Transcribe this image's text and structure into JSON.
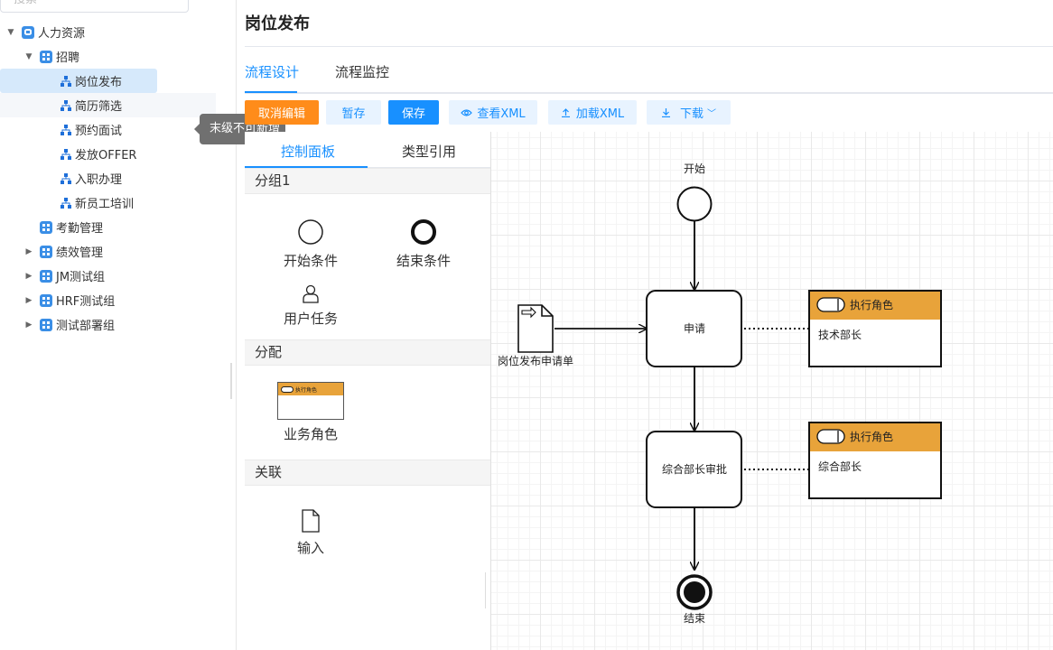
{
  "search": {
    "placeholder": "搜索"
  },
  "tree": {
    "root": "人力资源",
    "recruit": "招聘",
    "recruit_children": [
      "岗位发布",
      "简历筛选",
      "预约面试",
      "发放OFFER",
      "入职办理",
      "新员工培训"
    ],
    "groups": [
      "考勤管理",
      "绩效管理",
      "JM测试组",
      "HRF测试组",
      "测试部署组"
    ]
  },
  "tooltip": "末级不可新增",
  "page": {
    "title": "岗位发布"
  },
  "tabs": [
    "流程设计",
    "流程监控"
  ],
  "toolbar": {
    "cancel_edit": "取消编辑",
    "draft": "暂存",
    "save": "保存",
    "view_xml": "查看XML",
    "load_xml": "加载XML",
    "download": "下载"
  },
  "palette": {
    "tabs": [
      "控制面板",
      "类型引用"
    ],
    "group1": "分组1",
    "start_condition": "开始条件",
    "end_condition": "结束条件",
    "user_task": "用户任务",
    "assign": "分配",
    "role_mini_label": "执行角色",
    "business_role": "业务角色",
    "association": "关联",
    "input": "输入"
  },
  "diagram": {
    "start": "开始",
    "end": "结束",
    "task1": "申请",
    "task2": "综合部长审批",
    "doc": "岗位发布申请单",
    "role_header": "执行角色",
    "role1": "技术部长",
    "role2": "综合部长"
  },
  "colors": {
    "accent": "#1890ff",
    "orange": "#ff8c1a",
    "role_header": "#e8a33a"
  }
}
